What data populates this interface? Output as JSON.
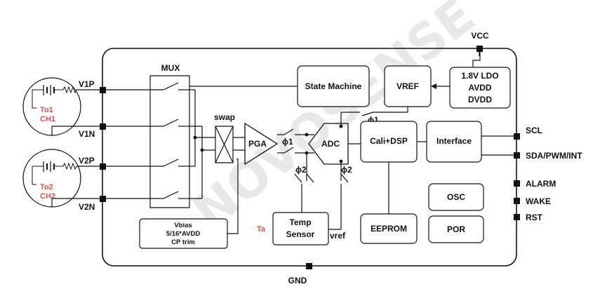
{
  "supply": {
    "vcc": "VCC",
    "gnd": "GND"
  },
  "pins_left": {
    "v1p": "V1P",
    "v1n": "V1N",
    "v2p": "V2P",
    "v2n": "V2N"
  },
  "pins_right": {
    "scl": "SCL",
    "sda": "SDA/PWM/INT",
    "alarm": "ALARM",
    "wake": "WAKE",
    "rst": "RST"
  },
  "sensors": {
    "ch1_to": "To1",
    "ch1_ch": "CH1",
    "ch2_to": "To2",
    "ch2_ch": "CH2"
  },
  "blocks": {
    "mux": "MUX",
    "swap": "swap",
    "pga": "PGA",
    "adc": "ADC",
    "state_machine": "State Machine",
    "vref": "VREF",
    "ldo_line1": "1.8V LDO",
    "ldo_line2": "AVDD",
    "ldo_line3": "DVDD",
    "cali_dsp": "Cali+DSP",
    "interface": "Interface",
    "osc": "OSC",
    "por": "POR",
    "eeprom": "EEPROM",
    "temp_line1": "Temp",
    "temp_line2": "Sensor",
    "vbias_line1": "Vbias",
    "vbias_line2": "5/16*AVDD",
    "vbias_line3": "CP trim"
  },
  "signals": {
    "phi1_pga": "ϕ1",
    "phi1_vref": "ϕ1",
    "phi2_left": "ϕ2",
    "phi2_right": "ϕ2",
    "ta": "Ta",
    "vref_label": "vref"
  },
  "watermark": "NOVOSENSE"
}
